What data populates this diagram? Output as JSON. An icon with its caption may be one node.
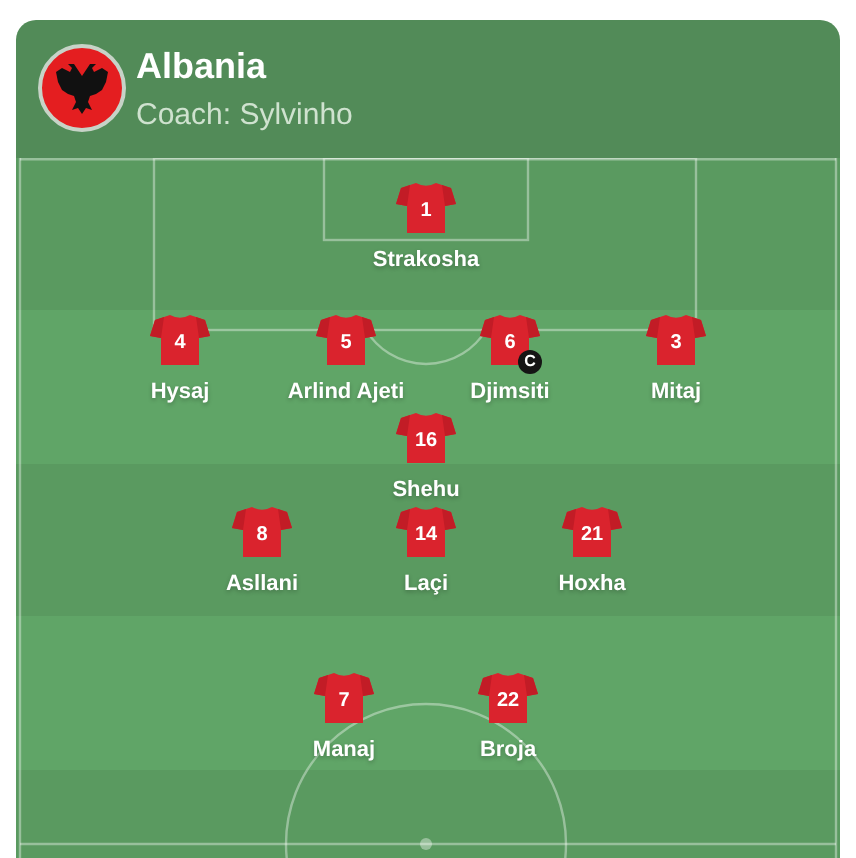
{
  "diagram": {
    "title": "Albania",
    "nodes": [
      {
        "text": [
          "1",
          "Strakosha"
        ]
      },
      {
        "text": [
          "4",
          "Hysaj"
        ]
      },
      {
        "text": [
          "5",
          "Arlind Ajeti"
        ]
      },
      {
        "text": [
          "6",
          "Djimsiti"
        ],
        "beside": [
          "C"
        ]
      },
      {
        "text": [
          "3",
          "Mitaj"
        ]
      },
      {
        "text": [
          "16",
          "Shehu"
        ]
      },
      {
        "text": [
          "8",
          "Asllani"
        ]
      },
      {
        "text": [
          "14",
          "Laçi"
        ]
      },
      {
        "text": [
          "21",
          "Hoxha"
        ]
      },
      {
        "text": [
          "7",
          "Manaj"
        ]
      },
      {
        "text": [
          "22",
          "Broja"
        ]
      }
    ],
    "labels": [
      "Coach: Sylvinho"
    ]
  }
}
